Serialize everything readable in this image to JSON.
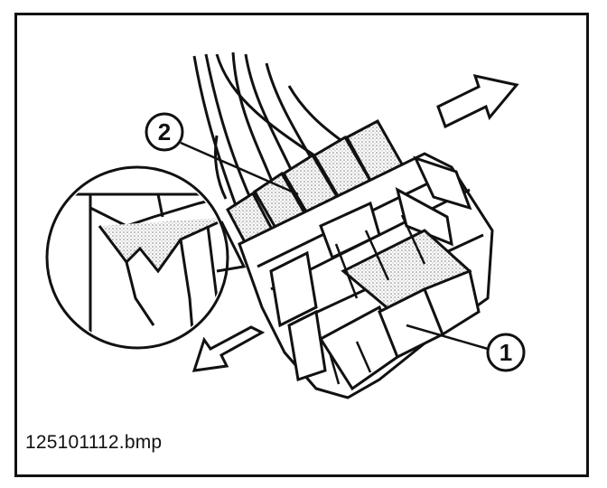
{
  "diagram": {
    "callouts": [
      {
        "number": "1"
      },
      {
        "number": "2"
      }
    ],
    "filename": "125101112.bmp",
    "colors": {
      "ink": "#111111",
      "shade": "#bfbfbf",
      "paper": "#ffffff"
    },
    "icons": [
      "arrow-icon",
      "connector-drawing",
      "detail-magnifier"
    ]
  }
}
